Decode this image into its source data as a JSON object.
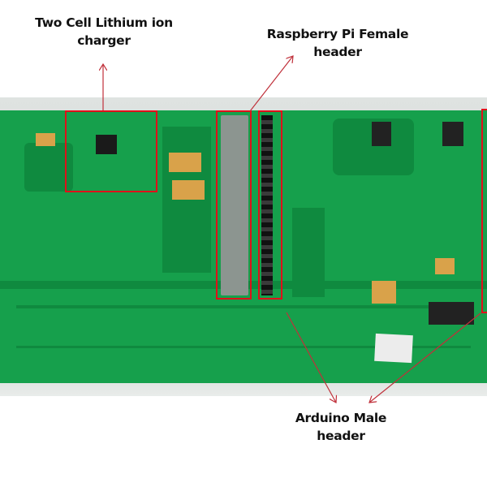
{
  "annotations": {
    "charger": {
      "line1": "Two Cell Lithium ion",
      "line2": "charger"
    },
    "rpi_header": {
      "line1": "Raspberry Pi Female",
      "line2": "header"
    },
    "arduino_header": {
      "line1": "Arduino Male",
      "line2": "header"
    }
  },
  "colors": {
    "highlight": "#e0101a",
    "arrow": "#c0303a",
    "pcb": "#16a04c"
  }
}
